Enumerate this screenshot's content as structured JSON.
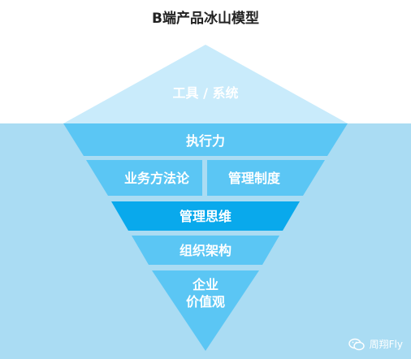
{
  "title": "B端产品冰山模型",
  "layers": {
    "tip": "工具 / 系统",
    "execution": "执行力",
    "methodology": "业务方法论",
    "management_system": "管理制度",
    "management_thinking": "管理思维",
    "organization": "组织架构",
    "values_line1": "企业",
    "values_line2": "价值观"
  },
  "watermark": "周翔Fly",
  "colors": {
    "water": "#aadcf3",
    "tip": "#c9ebfb",
    "layer": "#5bc6f4",
    "highlight": "#09a9ec"
  }
}
